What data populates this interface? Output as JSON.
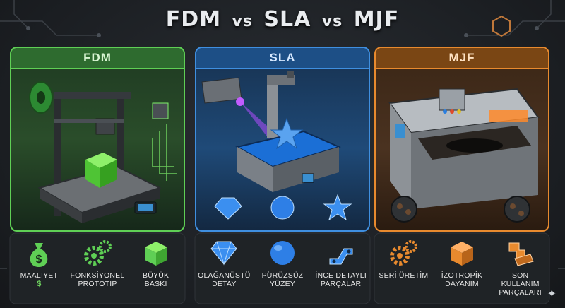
{
  "title": {
    "left": "FDM",
    "vs1": "vs",
    "middle": "SLA",
    "vs2": "vs",
    "right": "MJF"
  },
  "panels": {
    "fdm": {
      "label": "FDM",
      "color": "#5fcf55"
    },
    "sla": {
      "label": "SLA",
      "color": "#3f8fe0"
    },
    "mjf": {
      "label": "MJF",
      "color": "#e88a2e"
    }
  },
  "features": {
    "fdm": [
      {
        "icon": "money-bag-icon",
        "label": "MAALİYET",
        "sub": "$"
      },
      {
        "icon": "gears-icon",
        "label": "FONKSİYONEL\nPROTOTİP"
      },
      {
        "icon": "box-icon",
        "label": "BÜYÜK\nBASKI"
      }
    ],
    "sla": [
      {
        "icon": "diamond-icon",
        "label": "OLAĞANÜSTÜ\nDETAY"
      },
      {
        "icon": "sphere-icon",
        "label": "PÜRÜZSÜZ\nYÜZEY"
      },
      {
        "icon": "bracket-part-icon",
        "label": "İNCE DETAYLI\nPARÇALAR"
      }
    ],
    "mjf": [
      {
        "icon": "gears-icon",
        "label": "SERİ ÜRETİM"
      },
      {
        "icon": "cube-icon",
        "label": "İZOTROPİK\nDAYANIM"
      },
      {
        "icon": "parts-icon",
        "label": "SON KULLANIM\nPARÇALARI"
      }
    ]
  },
  "sla_shapes": [
    "diamond-icon",
    "circle-icon",
    "star-icon"
  ]
}
